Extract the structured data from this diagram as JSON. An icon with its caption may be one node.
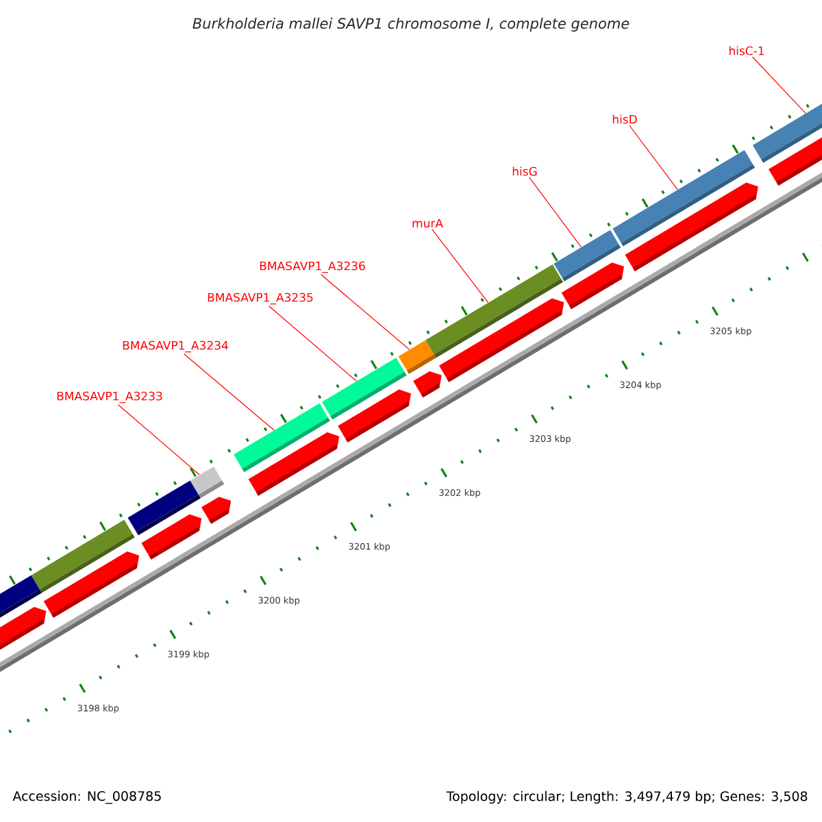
{
  "diagram": {
    "title": "Burkholderia mallei SAVP1 chromosome I, complete genome",
    "nodes": [
      {
        "text": [
          "BMASAVP1_A3233"
        ]
      },
      {
        "text": [
          "BMASAVP1_A3234"
        ]
      },
      {
        "text": [
          "BMASAVP1_A3235"
        ]
      },
      {
        "text": [
          "BMASAVP1_A3236"
        ]
      },
      {
        "text": [
          "murA"
        ]
      },
      {
        "text": [
          "hisG"
        ]
      },
      {
        "text": [
          "hisD"
        ]
      },
      {
        "text": [
          "hisC-1"
        ]
      },
      {
        "text": [],
        "shape": "bar"
      },
      {
        "text": [],
        "shape": "bar"
      },
      {
        "text": [],
        "shape": "bar"
      },
      {
        "text": [],
        "shape": "bar"
      },
      {
        "text": [],
        "shape": "bar"
      },
      {
        "text": [],
        "shape": "bar"
      },
      {
        "text": [],
        "shape": "bar"
      },
      {
        "text": [],
        "shape": "bar"
      }
    ],
    "edges": [
      {
        "from": 0,
        "to": 8,
        "arrow": "none"
      },
      {
        "from": 1,
        "to": 9,
        "arrow": "none"
      },
      {
        "from": 2,
        "to": 10,
        "arrow": "none"
      },
      {
        "from": 3,
        "to": 11,
        "arrow": "none"
      },
      {
        "from": 4,
        "to": 12,
        "arrow": "none"
      },
      {
        "from": 5,
        "to": 13,
        "arrow": "none"
      },
      {
        "from": 6,
        "to": 14,
        "arrow": "none"
      },
      {
        "from": 7,
        "to": 15,
        "arrow": "none"
      }
    ],
    "labels": [
      "3205 kbp",
      "3204 kbp",
      "3203 kbp",
      "3202 kbp",
      "3201 kbp",
      "3200 kbp",
      "3199 kbp",
      "3198 kbp",
      "Accession: NC_008785",
      "Topology: circular; Length: 3,497,479 bp; Genes: 3,508"
    ]
  }
}
